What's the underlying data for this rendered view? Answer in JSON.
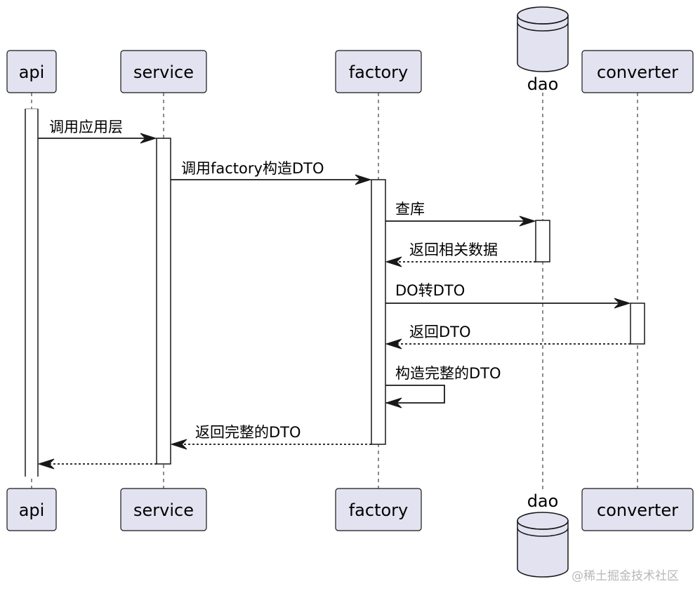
{
  "participants": [
    {
      "id": "api",
      "label": "api",
      "kind": "box"
    },
    {
      "id": "service",
      "label": "service",
      "kind": "box"
    },
    {
      "id": "factory",
      "label": "factory",
      "kind": "box"
    },
    {
      "id": "dao",
      "label": "dao",
      "kind": "database"
    },
    {
      "id": "converter",
      "label": "converter",
      "kind": "box"
    }
  ],
  "messages": [
    {
      "from": "api",
      "to": "service",
      "label": "调用应用层",
      "style": "solid"
    },
    {
      "from": "service",
      "to": "factory",
      "label": "调用factory构造DTO",
      "style": "solid"
    },
    {
      "from": "factory",
      "to": "dao",
      "label": "查库",
      "style": "solid"
    },
    {
      "from": "dao",
      "to": "factory",
      "label": "返回相关数据",
      "style": "dashed"
    },
    {
      "from": "factory",
      "to": "converter",
      "label": "DO转DTO",
      "style": "solid"
    },
    {
      "from": "converter",
      "to": "factory",
      "label": "返回DTO",
      "style": "dashed"
    },
    {
      "from": "factory",
      "to": "factory",
      "label": "构造完整的DTO",
      "style": "self"
    },
    {
      "from": "factory",
      "to": "service",
      "label": "返回完整的DTO",
      "style": "dashed"
    },
    {
      "from": "service",
      "to": "api",
      "label": "",
      "style": "dashed"
    }
  ],
  "colors": {
    "participant_fill": "#e2e2f0",
    "stroke": "#181818",
    "activation_fill": "#ffffff",
    "background": "#ffffff"
  },
  "watermark": "@稀土掘金技术社区"
}
